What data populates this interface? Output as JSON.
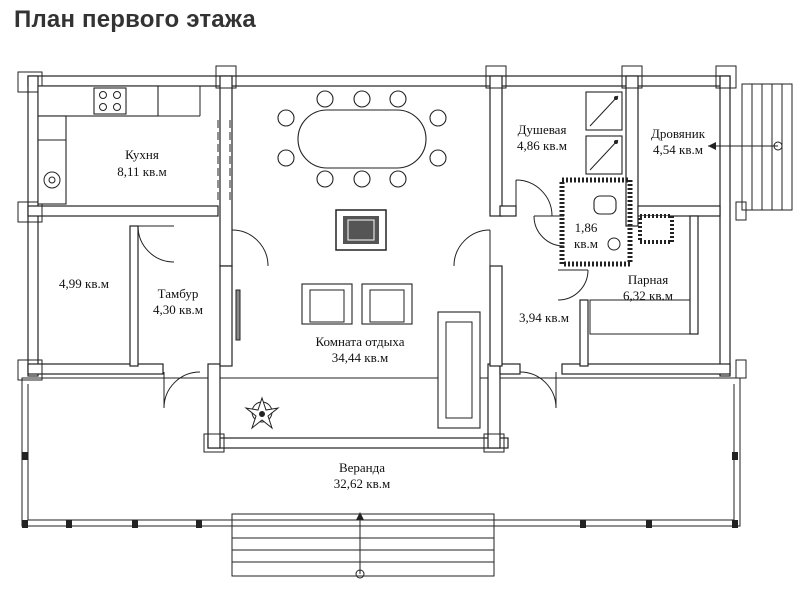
{
  "title": "План первого этажа",
  "rooms": {
    "kitchen": {
      "name": "Кухня",
      "area": "8,11 кв.м"
    },
    "room499": {
      "area": "4,99 кв.м"
    },
    "vestibule": {
      "name": "Тамбур",
      "area": "4,30 кв.м"
    },
    "living": {
      "name": "Комната отдыха",
      "area": "34,44 кв.м"
    },
    "shower": {
      "name": "Душевая",
      "area": "4,86 кв.м"
    },
    "woodshed": {
      "name": "Дровяник",
      "area": "4,54 кв.м"
    },
    "wc": {
      "area_num": "1,86",
      "area_unit": "кв.м"
    },
    "steam": {
      "name": "Парная",
      "area": "6,32 кв.м"
    },
    "room394": {
      "area": "3,94 кв.м"
    },
    "veranda": {
      "name": "Веранда",
      "area": "32,62 кв.м"
    }
  }
}
